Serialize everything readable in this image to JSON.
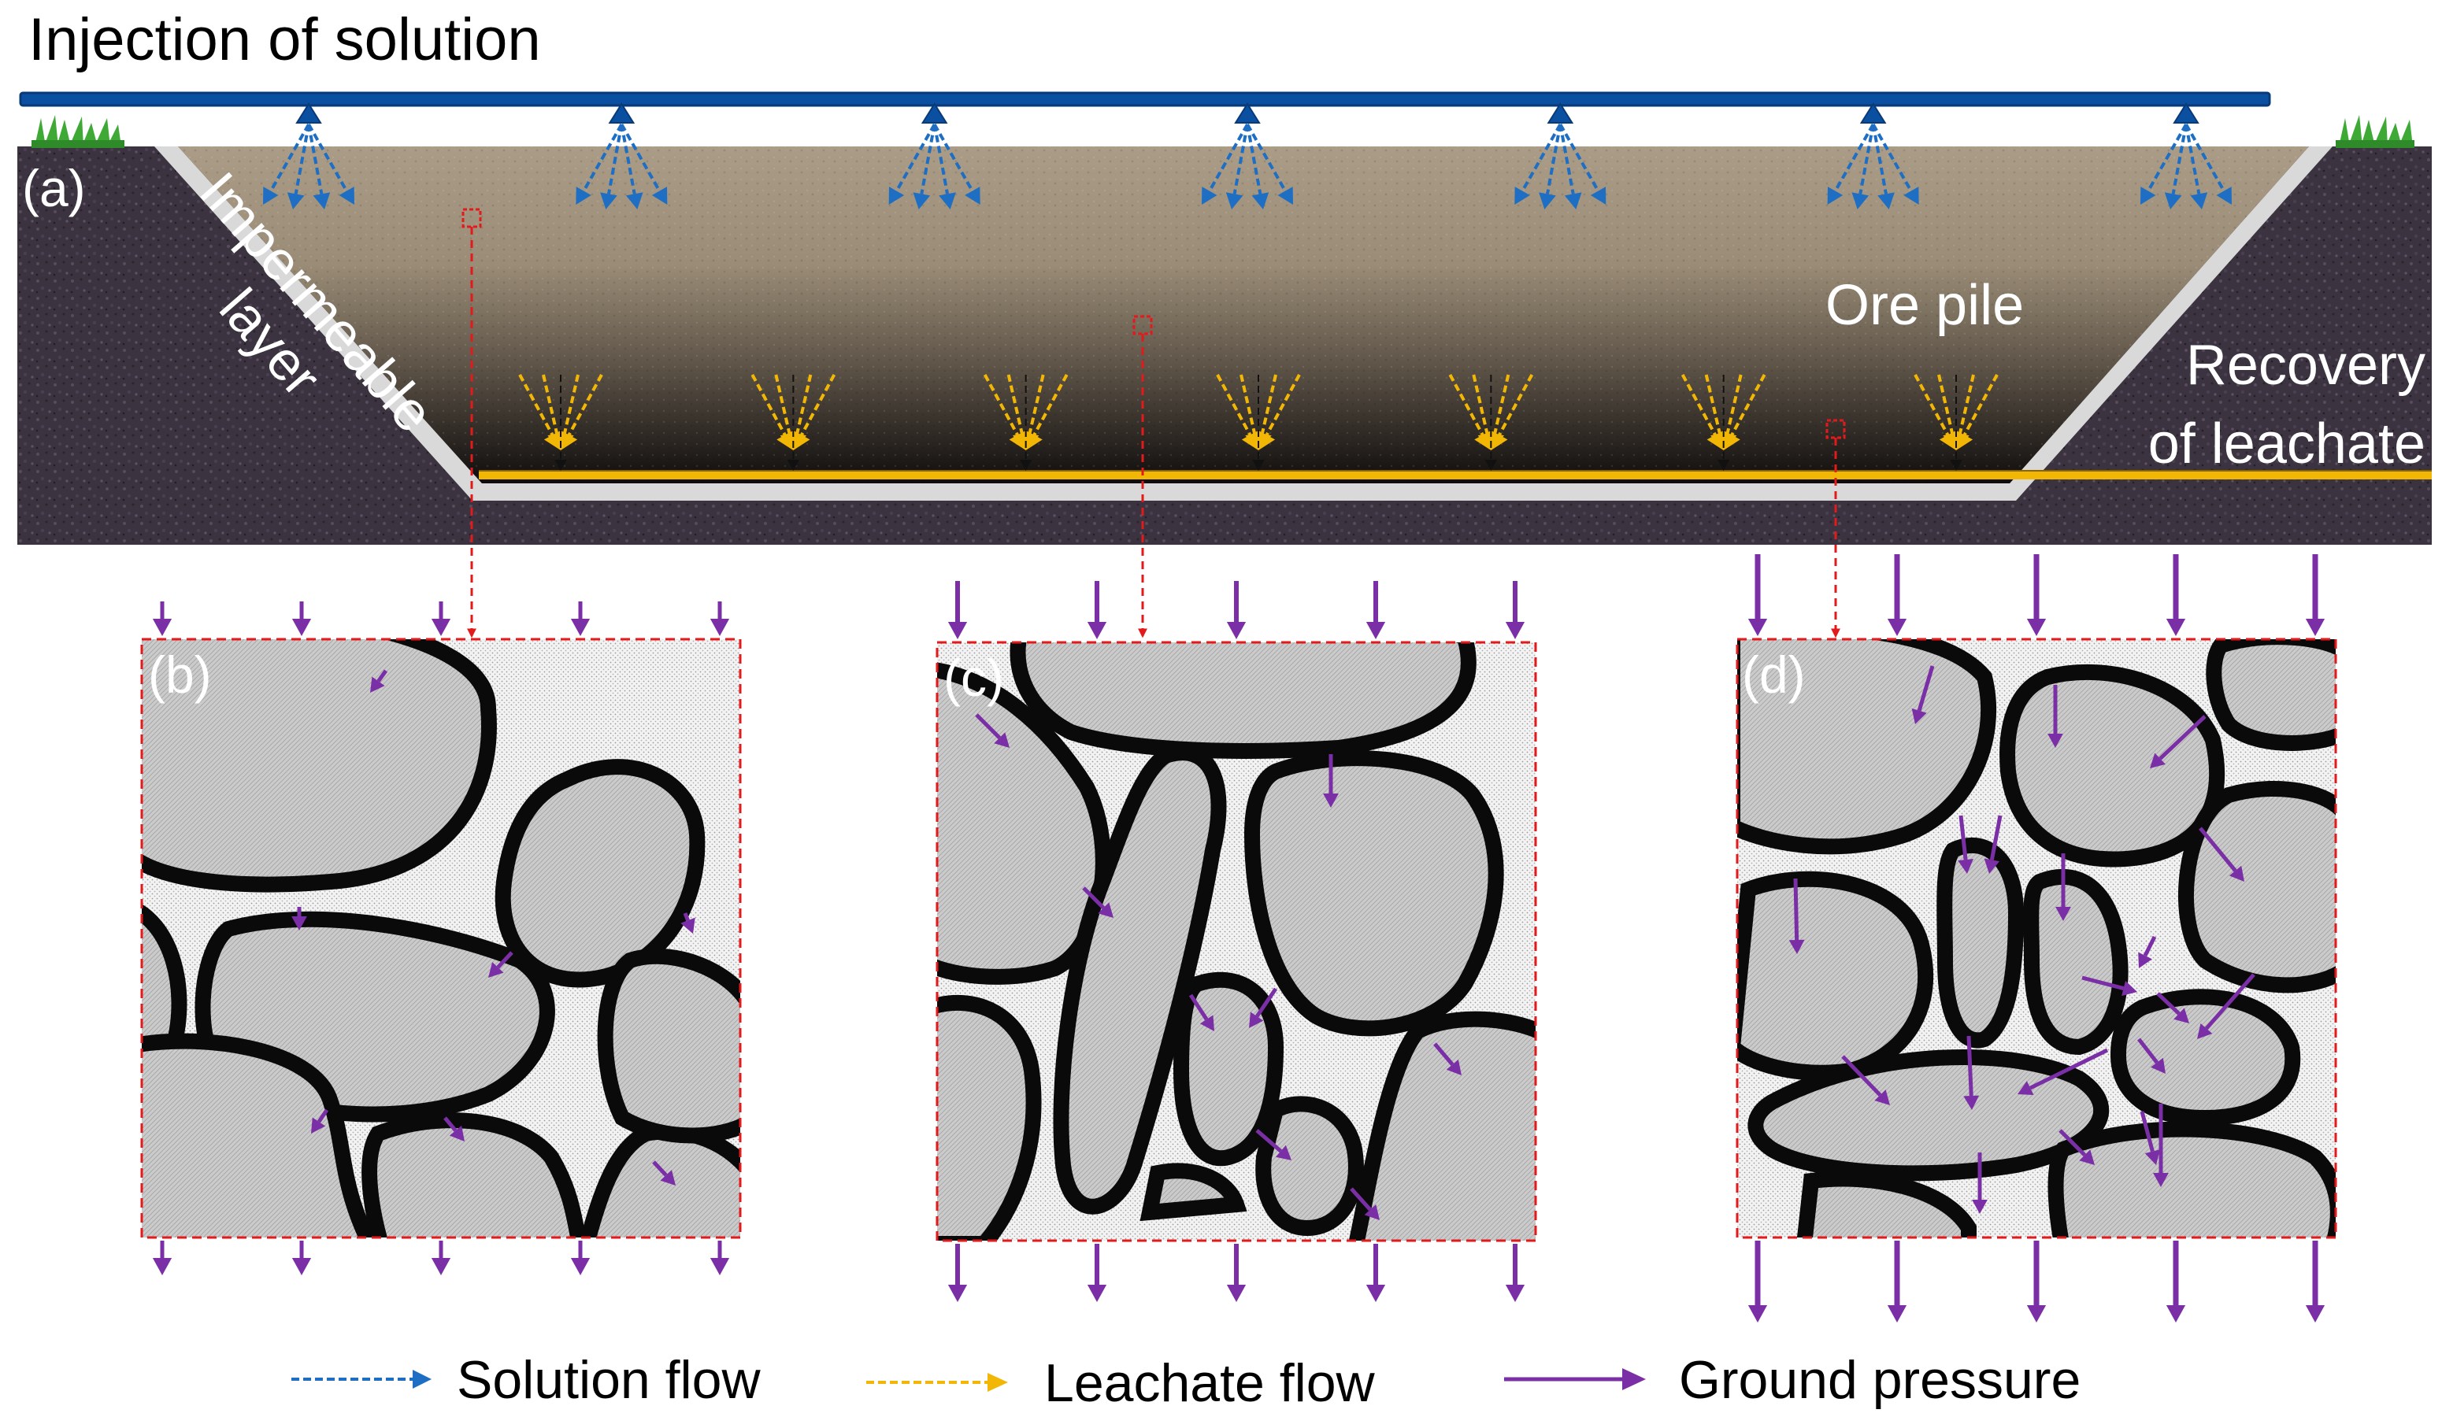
{
  "title": "Injection of solution",
  "panel_a": {
    "label": "(a)",
    "ore_pile": "Ore pile",
    "impermeable_line1": "Impermeable",
    "impermeable_line2": "layer",
    "recovery_line1": "Recovery",
    "recovery_line2": "of leachate",
    "nozzle_count": 7,
    "leachate_emitter_count": 7
  },
  "panels": [
    {
      "label": "(b)",
      "compaction": "loose"
    },
    {
      "label": "(c)",
      "compaction": "medium"
    },
    {
      "label": "(d)",
      "compaction": "dense"
    }
  ],
  "legend": [
    {
      "label": "Solution flow",
      "color": "#1e6fc4",
      "style": "dashed"
    },
    {
      "label": "Leachate flow",
      "color": "#f2b705",
      "style": "dashed"
    },
    {
      "label": "Ground pressure",
      "color": "#7b2fa6",
      "style": "solid"
    }
  ],
  "colors": {
    "pipe": "#0b4fa0",
    "solution": "#1e6fc4",
    "leachate": "#f2b705",
    "pressure": "#7b2fa6",
    "zoom": "#e31a1c",
    "soil": "#3b3340",
    "ore_top": "#a89a84",
    "grass": "#3fa935",
    "particle_fill": "#c8c8c8",
    "particle_edge": "#0a0a0a"
  }
}
